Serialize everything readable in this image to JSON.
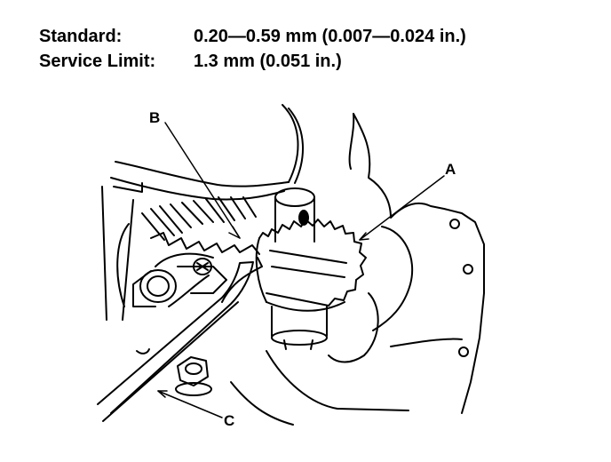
{
  "specs": [
    {
      "label": "Standard:",
      "value": "0.20—0.59 mm (0.007—0.024 in.)"
    },
    {
      "label": "Service Limit:",
      "value": "1.3 mm (0.051 in.)"
    }
  ],
  "callouts": {
    "a": "A",
    "b": "B",
    "c": "C"
  }
}
